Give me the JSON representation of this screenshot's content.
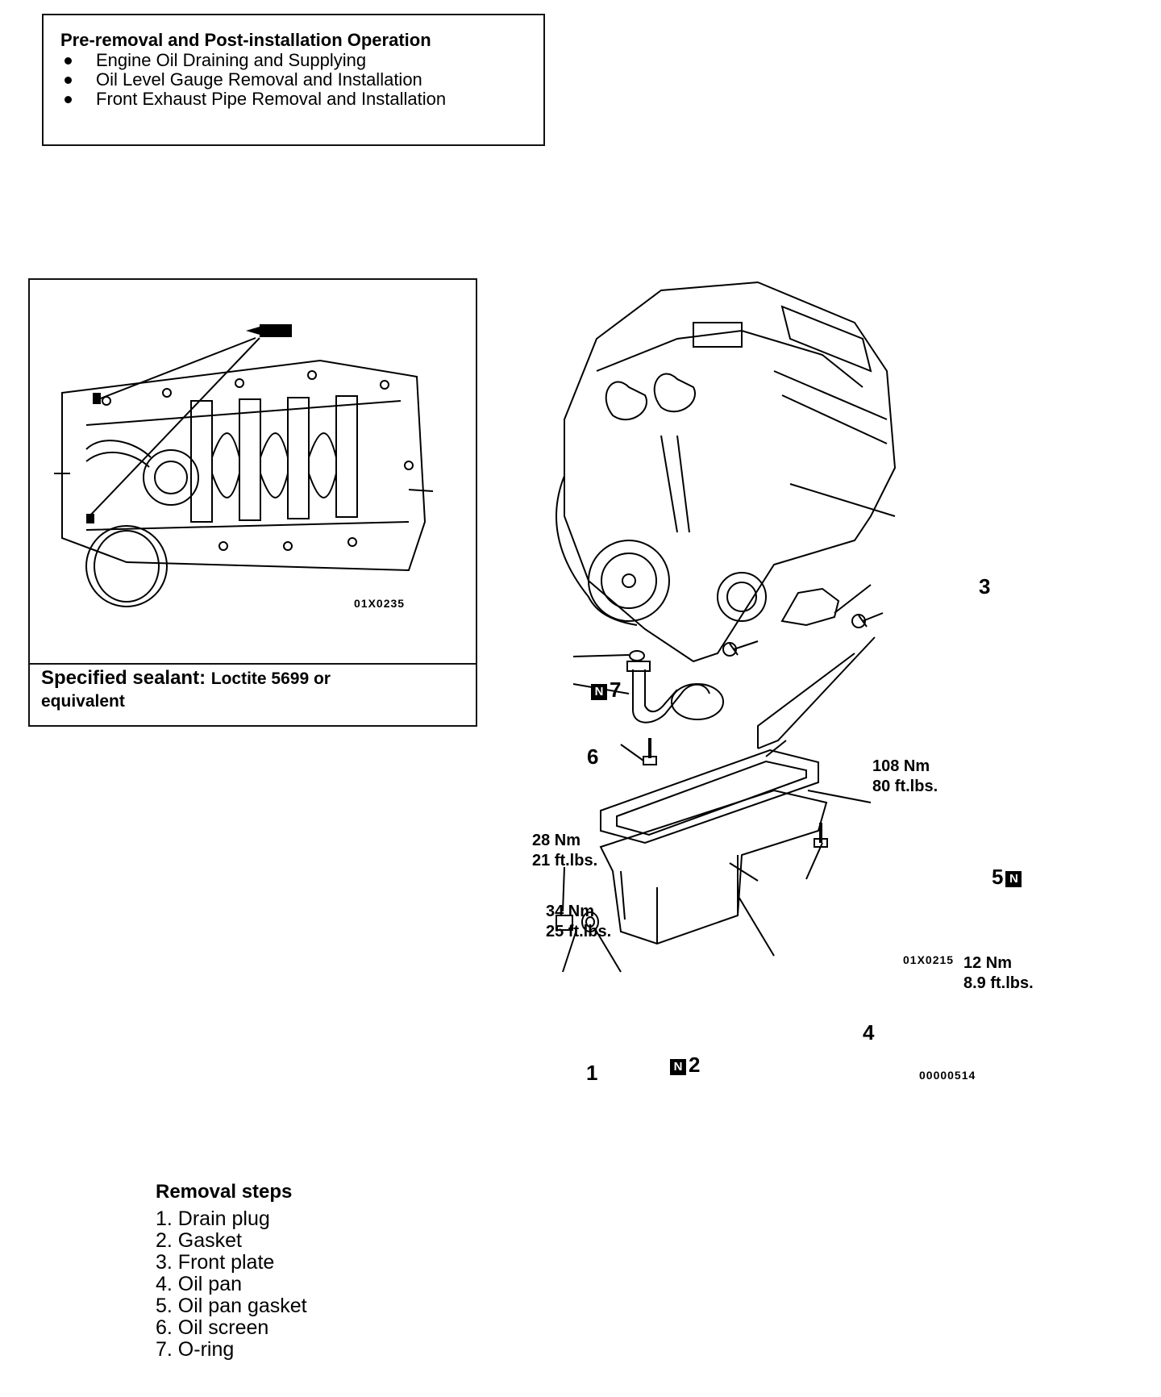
{
  "pre_op": {
    "title": "Pre-removal and Post-installation Operation",
    "items": [
      "Engine Oil Draining and Supplying",
      "Oil Level Gauge Removal and Installation",
      "Front Exhaust Pipe Removal and Installation"
    ]
  },
  "sealant": {
    "figure_code": "01X0235",
    "label": "Specified sealant:",
    "value": "Loctite 5699 or",
    "value_cont": "equivalent"
  },
  "diagram": {
    "figure_code": "01X0215",
    "doc_code": "00000514",
    "n_badge": "N",
    "callouts": {
      "c1": "1",
      "c2": "2",
      "c3": "3",
      "c4": "4",
      "c5": "5",
      "c6": "6",
      "c7": "7"
    },
    "torques": {
      "t108": [
        "108 Nm",
        "80 ft.lbs."
      ],
      "t28": [
        "28 Nm",
        "21 ft.lbs."
      ],
      "t34": [
        "34 Nm",
        "25 ft.lbs."
      ],
      "t12": [
        "12 Nm",
        "8.9 ft.lbs."
      ]
    }
  },
  "removal_steps": {
    "title": "Removal steps",
    "items": [
      "1. Drain plug",
      "2. Gasket",
      "3. Front plate",
      "4. Oil pan",
      "5. Oil pan gasket",
      "6. Oil screen",
      "7. O-ring"
    ]
  }
}
